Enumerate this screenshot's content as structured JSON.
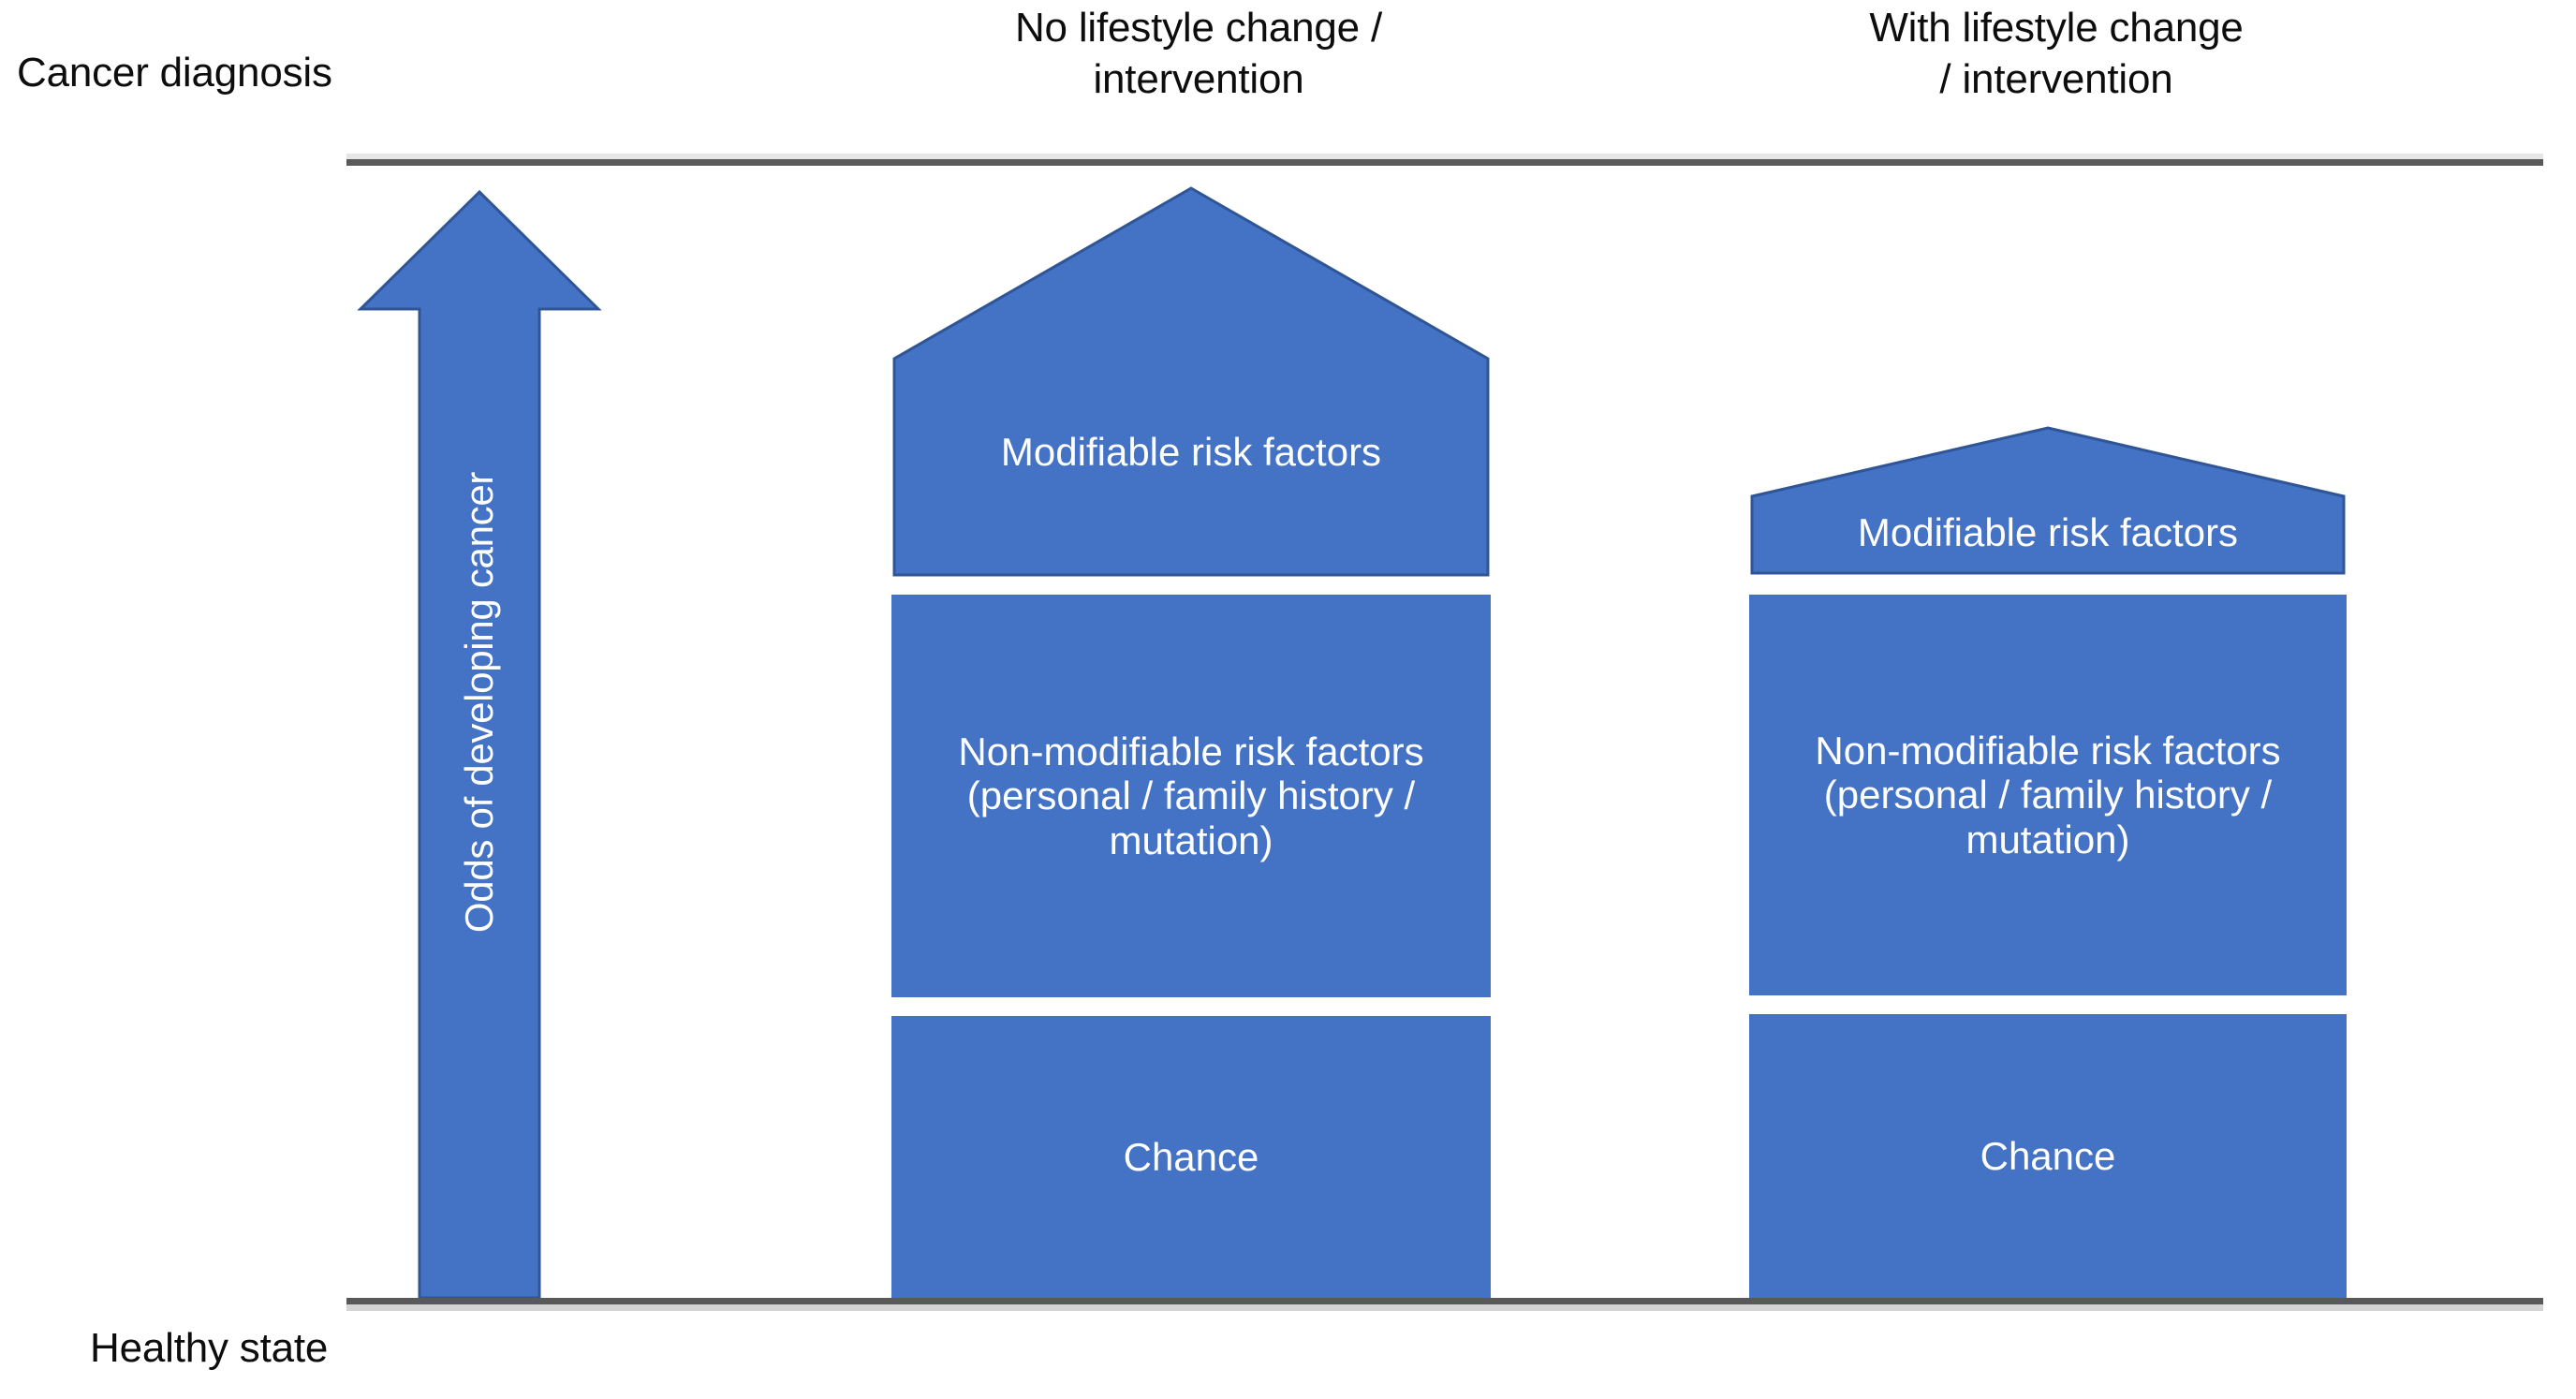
{
  "axis": {
    "top_label": "Cancer diagnosis",
    "bottom_label": "Healthy state",
    "arrow_label": "Odds of developing cancer",
    "line_color": "#595959"
  },
  "columns": [
    {
      "id": "no-change",
      "header": "No lifestyle change /\nintervention",
      "segments": [
        {
          "name": "modifiable",
          "label": "Modifiable risk factors",
          "shape": "pentagon"
        },
        {
          "name": "non-modifiable",
          "label": "Non-modifiable risk factors (personal / family history / mutation)",
          "shape": "rect"
        },
        {
          "name": "chance",
          "label": "Chance",
          "shape": "rect"
        }
      ]
    },
    {
      "id": "with-change",
      "header": "With lifestyle change\n/ intervention",
      "segments": [
        {
          "name": "modifiable",
          "label": "Modifiable risk factors",
          "shape": "pentagon"
        },
        {
          "name": "non-modifiable",
          "label": "Non-modifiable risk factors (personal / family history / mutation)",
          "shape": "rect"
        },
        {
          "name": "chance",
          "label": "Chance",
          "shape": "rect"
        }
      ]
    }
  ],
  "colors": {
    "fill": "#4472C4",
    "stroke": "#2F5597",
    "text_on_fill": "#FFFFFF",
    "text_dark": "#0D0D0D",
    "rule": "#595959",
    "background": "#FFFFFF"
  },
  "chart_data": {
    "type": "bar",
    "title": "",
    "xlabel": "",
    "ylabel": "Odds of developing cancer",
    "categories": [
      "No lifestyle change / intervention",
      "With lifestyle change / intervention"
    ],
    "stack_order_bottom_to_top": [
      "Chance",
      "Non-modifiable risk factors (personal / family history / mutation)",
      "Modifiable risk factors"
    ],
    "series": [
      {
        "name": "Chance",
        "values": [
          301,
          303
        ]
      },
      {
        "name": "Non-modifiable risk factors (personal / family history / mutation)",
        "values": [
          430,
          428
        ]
      },
      {
        "name": "Modifiable risk factors",
        "values": [
          419,
          161
        ]
      }
    ],
    "axis_low_label": "Healthy state",
    "axis_high_label": "Cancer diagnosis",
    "grid": false,
    "legend": "none",
    "note": "Segment values are relative pixel heights; the Modifiable risk factors segment is drawn as an upward pentagon and shrinks markedly in the with-intervention column."
  }
}
